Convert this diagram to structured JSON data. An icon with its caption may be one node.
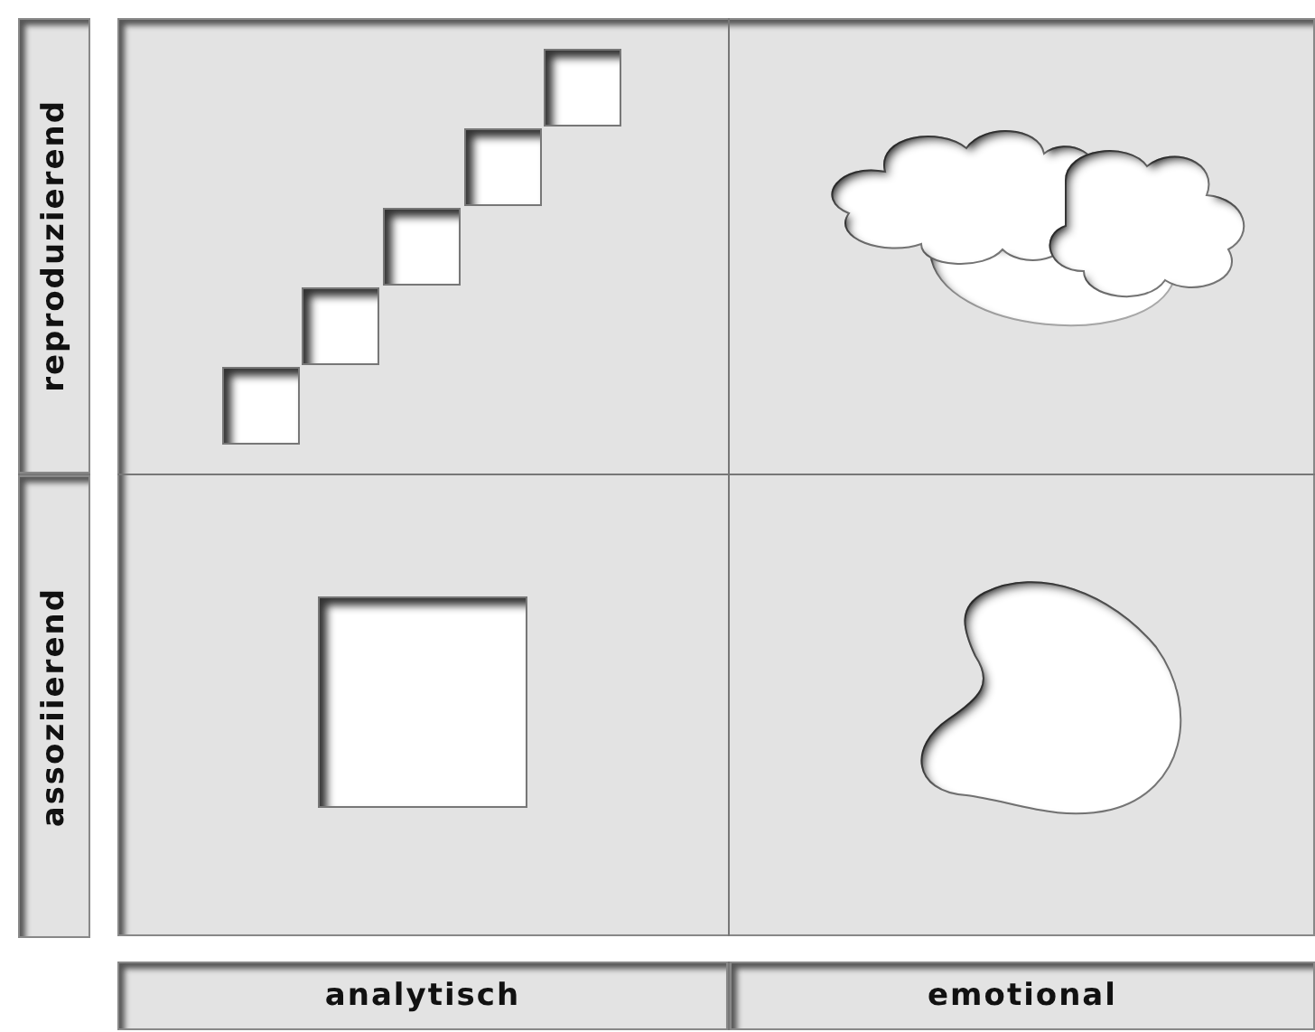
{
  "diagram": {
    "nodes": [
      {
        "text": [
          "reproduzierend"
        ]
      },
      {
        "text": [
          "assoziierend"
        ]
      },
      {
        "text": [
          "analytisch"
        ]
      },
      {
        "text": [
          "emotional"
        ]
      },
      {
        "text": [],
        "shape": "box"
      },
      {
        "text": [],
        "shape": "box"
      },
      {
        "text": [],
        "shape": "box"
      },
      {
        "text": [],
        "shape": "box"
      },
      {
        "text": [],
        "shape": "box"
      },
      {
        "text": [],
        "shape": "cloud"
      },
      {
        "text": [],
        "shape": "box"
      },
      {
        "text": [],
        "shape": "blob"
      }
    ]
  }
}
